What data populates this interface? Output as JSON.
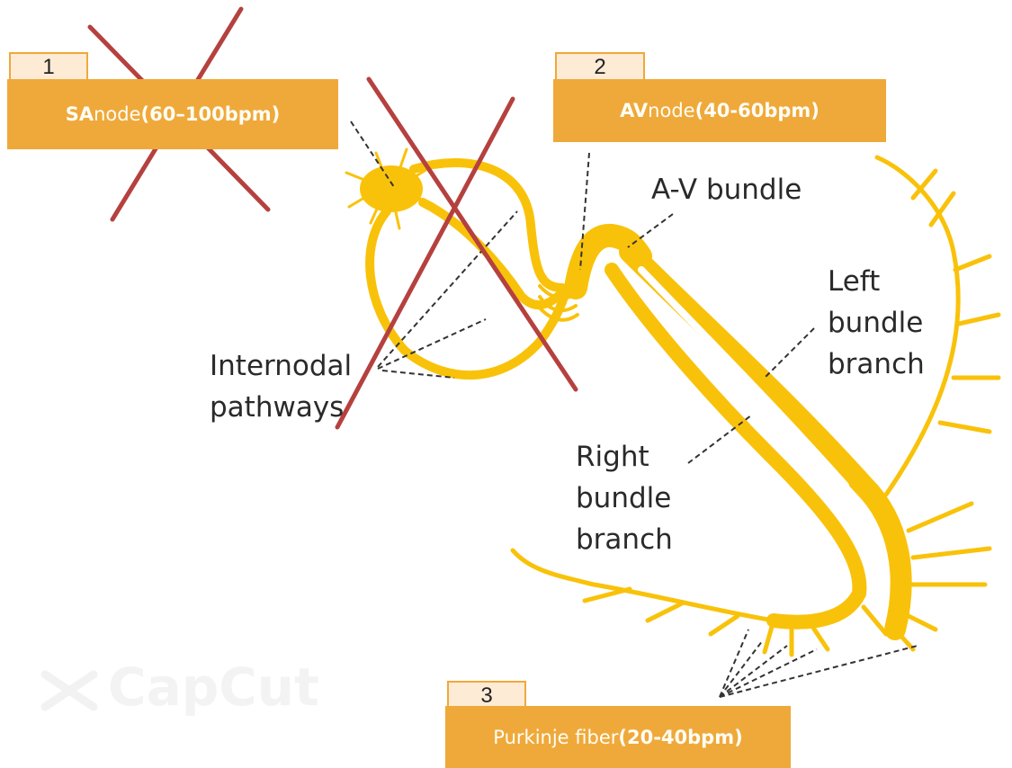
{
  "boxes": {
    "sa": {
      "number": "1",
      "name": "SA",
      "rest": " node ",
      "rate": "(60–100bpm)"
    },
    "av": {
      "number": "2",
      "name": "AV",
      "rest": " node ",
      "rate": "(40-60bpm)"
    },
    "pk": {
      "number": "3",
      "name": "Purkinje fiber ",
      "rate": "(20-40bpm)"
    }
  },
  "labels": {
    "av_bundle": "A-V bundle",
    "left_branch": "Left\nbundle\nbranch",
    "internodal": "Internodal\npathways",
    "right_branch": "Right\nbundle\nbranch"
  },
  "watermark": "CapCut",
  "colors": {
    "conduction": "#f9c20a",
    "box": "#efa93a",
    "tab": "#fdebd6",
    "cross": "#b5413f"
  }
}
